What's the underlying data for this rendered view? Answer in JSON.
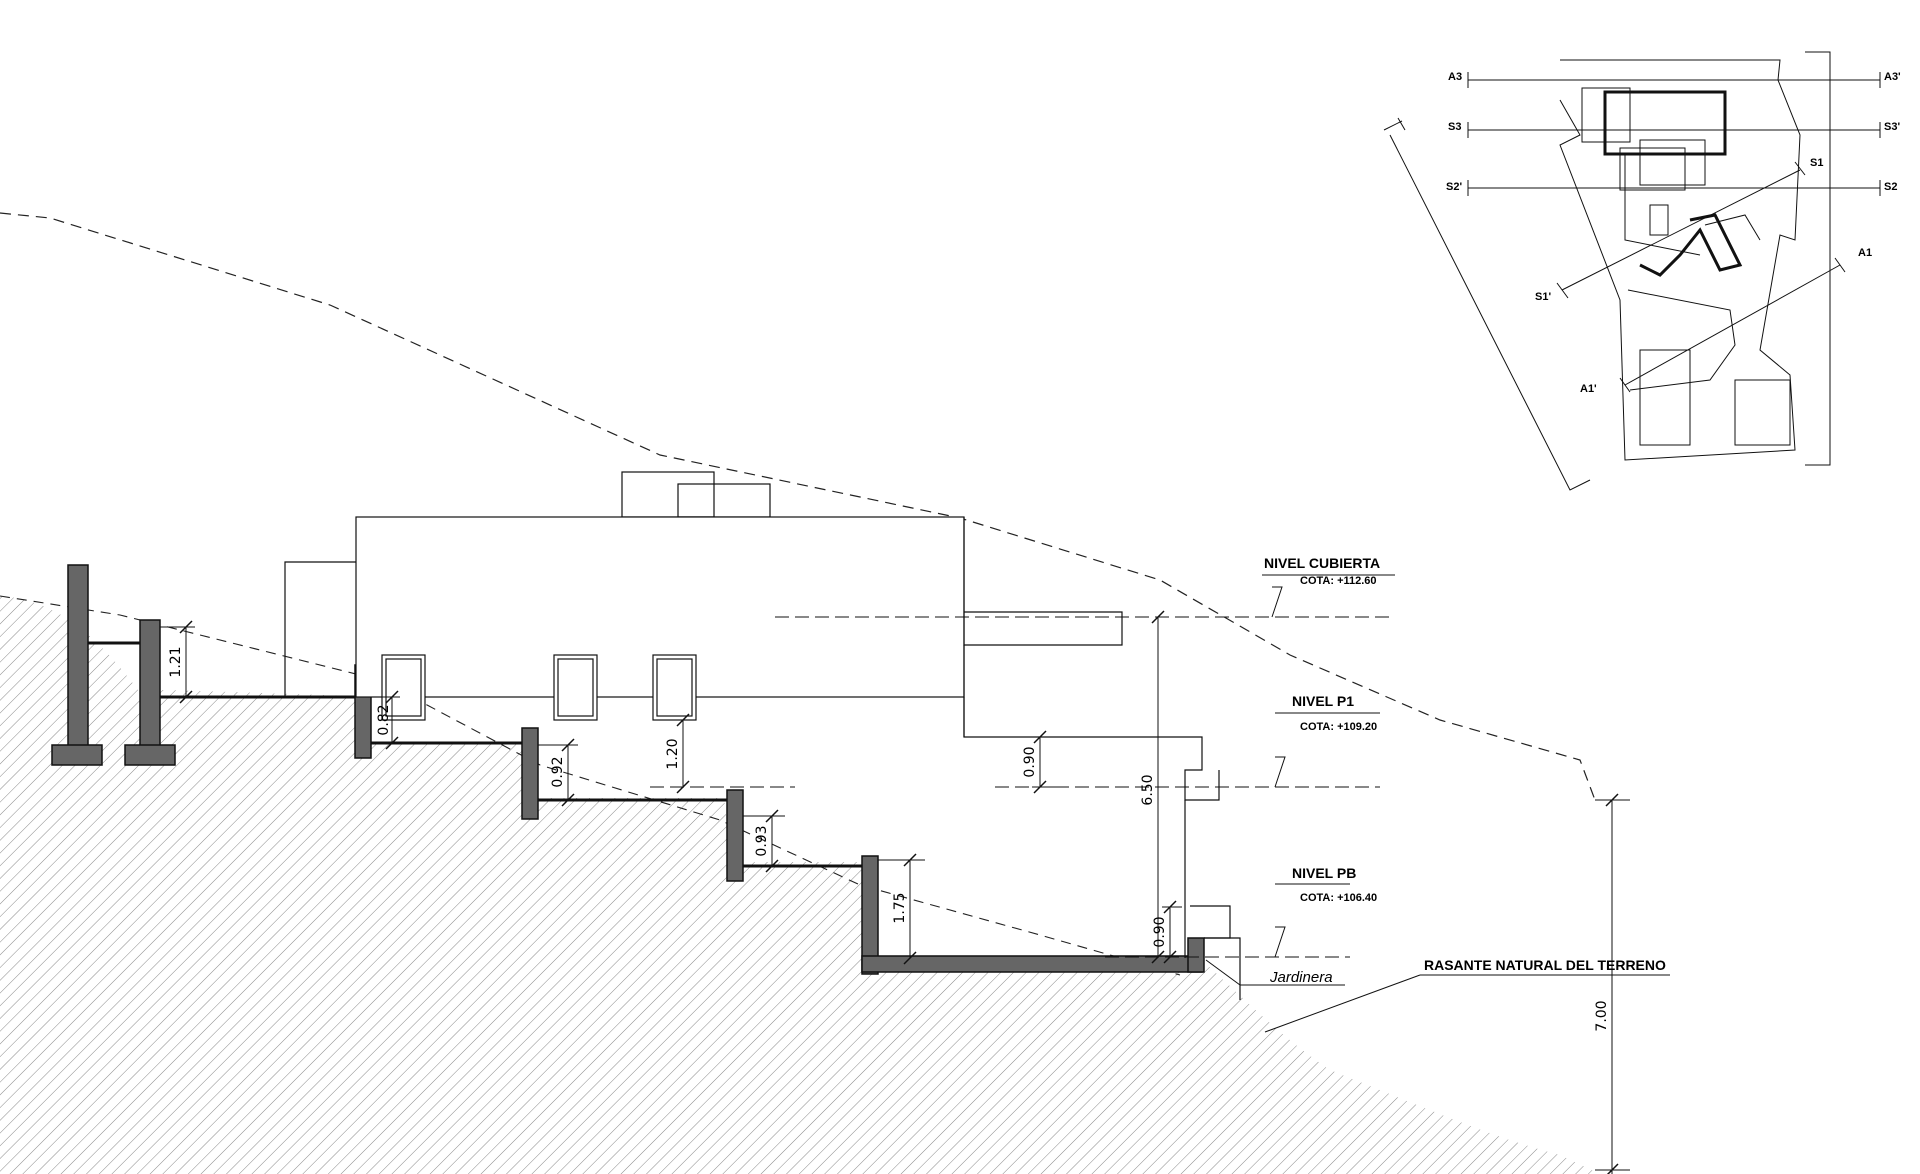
{
  "levels": {
    "cubierta": {
      "name": "NIVEL CUBIERTA",
      "cota": "COTA: +112.60"
    },
    "p1": {
      "name": "NIVEL P1",
      "cota": "COTA: +109.20"
    },
    "pb": {
      "name": "NIVEL PB",
      "cota": "COTA: +106.40"
    }
  },
  "labels": {
    "terrain": "RASANTE NATURAL DEL TERRENO",
    "planter": "Jardinera"
  },
  "dimensions": {
    "d_1_21": "1.21",
    "d_0_82": "0.82",
    "d_0_92": "0.92",
    "d_0_93": "0.93",
    "d_1_75": "1.75",
    "d_1_20": "1.20",
    "d_0_90_upper": "0.90",
    "d_6_50": "6.50",
    "d_0_90_lower": "0.90",
    "d_7_00": "7.00"
  },
  "key_plan": {
    "sections": {
      "a3": "A3",
      "a3p": "A3'",
      "s3": "S3",
      "s3p": "S3'",
      "s2p": "S2'",
      "s2": "S2",
      "s1": "S1",
      "s1p": "S1'",
      "a1": "A1",
      "a1p": "A1'"
    }
  }
}
